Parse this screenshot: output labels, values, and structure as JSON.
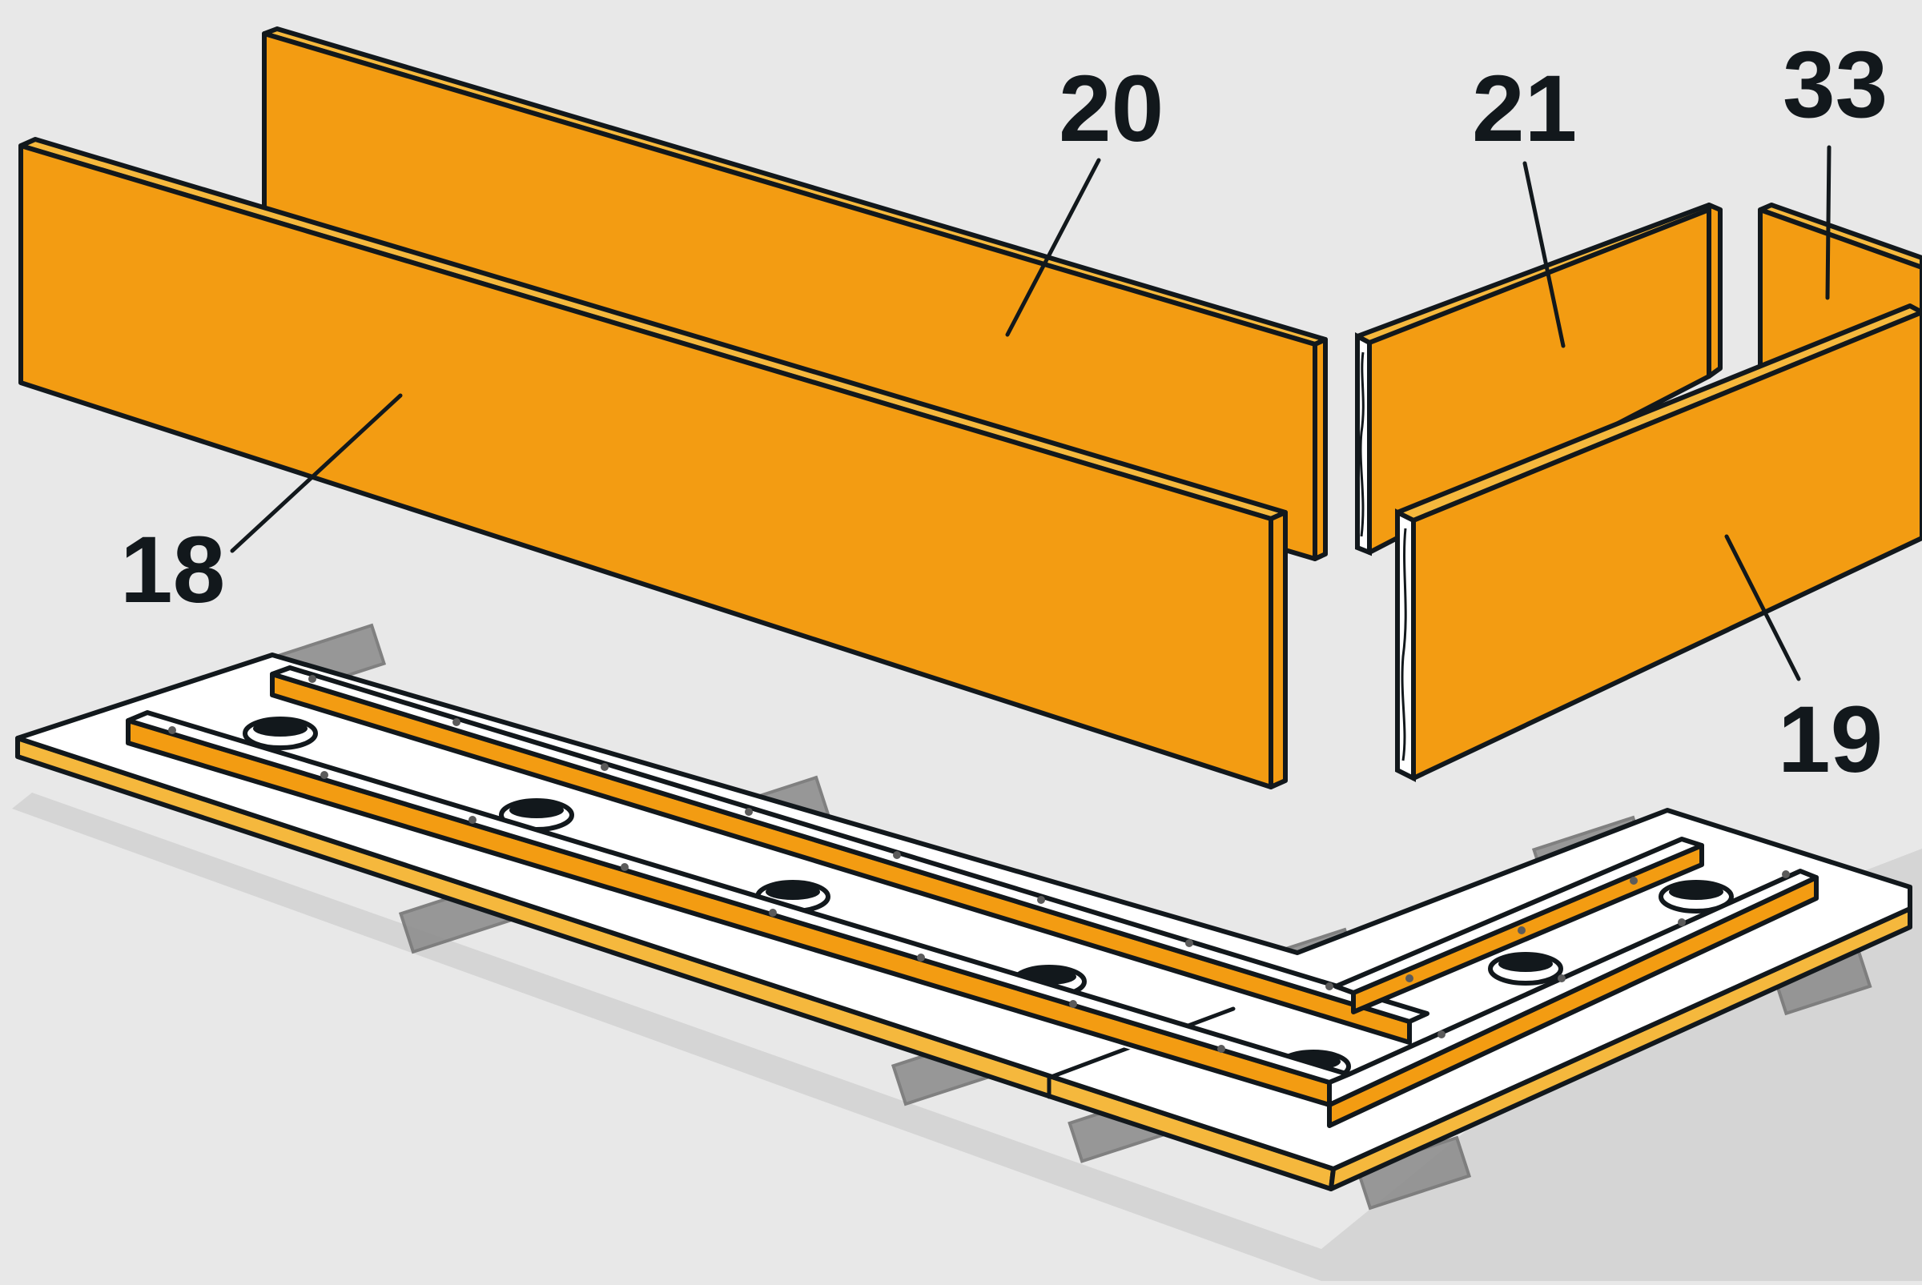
{
  "colors": {
    "background": "#e8e8e8",
    "wood": "#f39c12",
    "wood_edge": "#f5b83d",
    "outline": "#12181c",
    "base_top": "#ffffff",
    "shadow": "#c9c9c9",
    "sleeper": "#8a8a8a",
    "glue": "#ffffff"
  },
  "labels": {
    "panel_18": "18",
    "panel_19": "19",
    "panel_20": "20",
    "panel_21": "21",
    "panel_33": "33"
  }
}
